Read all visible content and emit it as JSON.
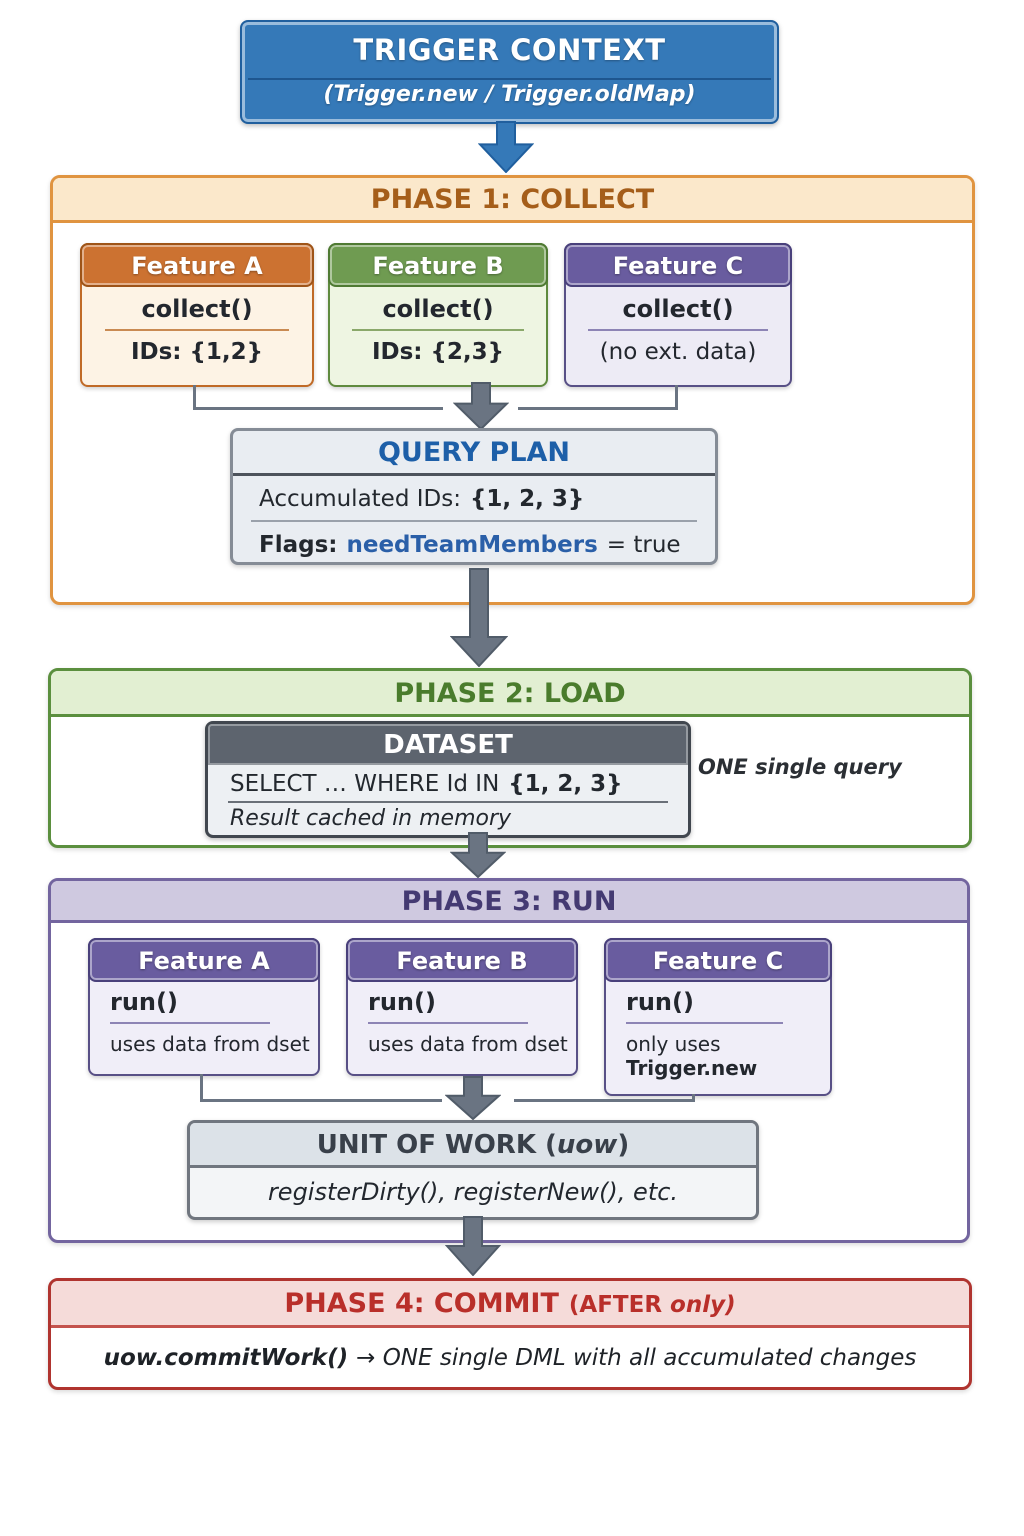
{
  "trigger": {
    "title": "TRIGGER CONTEXT",
    "subtitle": "(Trigger.new / Trigger.oldMap)"
  },
  "phase1": {
    "title": "PHASE 1: COLLECT",
    "features": [
      {
        "name": "Feature A",
        "method": "collect()",
        "detail": "IDs: {1,2}"
      },
      {
        "name": "Feature B",
        "method": "collect()",
        "detail": "IDs: {2,3}"
      },
      {
        "name": "Feature C",
        "method": "collect()",
        "detail": "(no ext. data)"
      }
    ],
    "query_plan": {
      "title": "QUERY PLAN",
      "ids_label": "Accumulated IDs:",
      "ids_value": "{1, 2, 3}",
      "flags_label": "Flags:",
      "flags_name": "needTeamMembers",
      "flags_value": "= true"
    }
  },
  "phase2": {
    "title": "PHASE 2: LOAD",
    "dataset": {
      "title": "DATASET",
      "query_prefix": "SELECT … WHERE Id IN",
      "query_ids": "{1, 2, 3}",
      "cache_note": "Result cached in memory"
    },
    "side_note": "ONE single query"
  },
  "phase3": {
    "title": "PHASE 3: RUN",
    "features": [
      {
        "name": "Feature A",
        "method": "run()",
        "detail": "uses data from dset",
        "detail2": ""
      },
      {
        "name": "Feature B",
        "method": "run()",
        "detail": "uses data from dset",
        "detail2": ""
      },
      {
        "name": "Feature C",
        "method": "run()",
        "detail": "only uses",
        "detail2": "Trigger.new"
      }
    ],
    "uow": {
      "title_prefix": "UNIT OF WORK (",
      "title_name": "uow",
      "title_suffix": ")",
      "body": "registerDirty(), registerNew(), etc."
    }
  },
  "phase4": {
    "title": "PHASE 4: COMMIT",
    "title_note_bold": "(AFTER",
    "title_note_italic": " only)",
    "body_code": "uow.commitWork()",
    "body_text": "→ ONE single DML with all accumulated changes"
  }
}
